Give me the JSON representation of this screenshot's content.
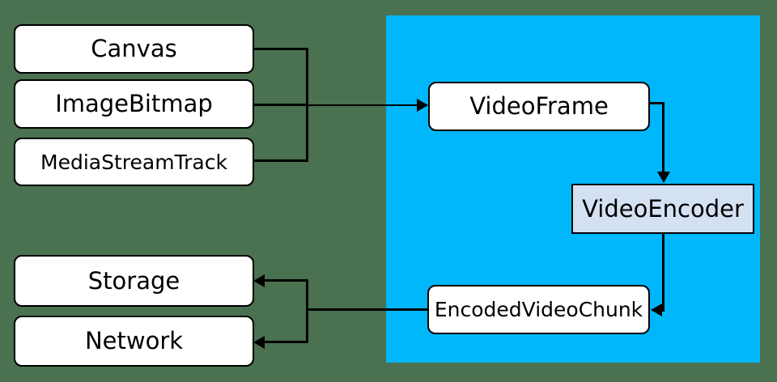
{
  "colors": {
    "background": "#4a7150",
    "panel": "#00b7fb",
    "node_fill": "#ffffff",
    "encoder_fill": "#d4e1f3",
    "line": "#000000"
  },
  "nodes": {
    "canvas": "Canvas",
    "image_bitmap": "ImageBitmap",
    "media_stream_track": "MediaStreamTrack",
    "video_frame": "VideoFrame",
    "video_encoder": "VideoEncoder",
    "encoded_video_chunk": "EncodedVideoChunk",
    "storage": "Storage",
    "network": "Network"
  },
  "edges": [
    {
      "from": "Canvas",
      "to": "VideoFrame"
    },
    {
      "from": "ImageBitmap",
      "to": "VideoFrame"
    },
    {
      "from": "MediaStreamTrack",
      "to": "VideoFrame"
    },
    {
      "from": "VideoFrame",
      "to": "VideoEncoder"
    },
    {
      "from": "VideoEncoder",
      "to": "EncodedVideoChunk"
    },
    {
      "from": "EncodedVideoChunk",
      "to": "Storage"
    },
    {
      "from": "EncodedVideoChunk",
      "to": "Network"
    }
  ]
}
